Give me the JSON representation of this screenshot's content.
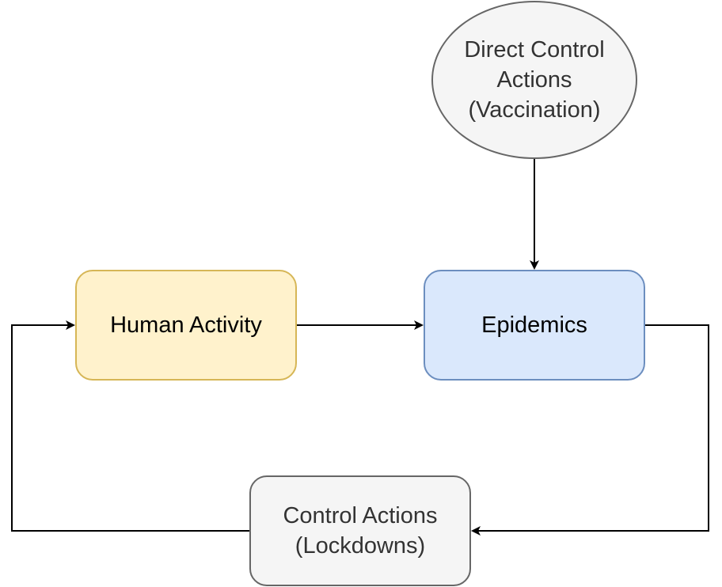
{
  "nodes": {
    "vaccination": {
      "lines": [
        "Direct Control",
        "Actions",
        "(Vaccination)"
      ],
      "fill": "#f5f5f5",
      "stroke": "#666666"
    },
    "human_activity": {
      "lines": [
        "Human Activity"
      ],
      "fill": "#fff2cc",
      "stroke": "#d6b656"
    },
    "epidemics": {
      "lines": [
        "Epidemics"
      ],
      "fill": "#dae8fc",
      "stroke": "#6c8ebf"
    },
    "lockdowns": {
      "lines": [
        "Control Actions",
        "(Lockdowns)"
      ],
      "fill": "#f5f5f5",
      "stroke": "#666666"
    }
  },
  "edges": [
    {
      "from": "vaccination",
      "to": "epidemics"
    },
    {
      "from": "human_activity",
      "to": "epidemics"
    },
    {
      "from": "epidemics",
      "to": "lockdowns"
    },
    {
      "from": "lockdowns",
      "to": "human_activity"
    }
  ],
  "edge_color": "#000000"
}
